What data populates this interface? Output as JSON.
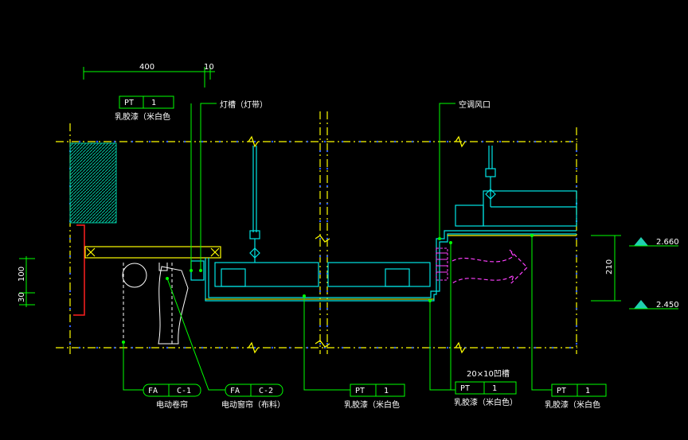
{
  "colors": {
    "background": "#000000",
    "structure": "#ffff00",
    "leader": "#00ff00",
    "detail": "#00e5e5",
    "white": "#ffffff",
    "red": "#ff2020",
    "magenta": "#ff40ff",
    "hatch": "#00c8a0"
  },
  "dimensions": {
    "width_400": "400",
    "width_10": "10",
    "height_210": "210",
    "left_100": "100",
    "left_30": "30"
  },
  "elevations": {
    "upper": "2.660",
    "lower": "2.450"
  },
  "callouts": {
    "lamp_trough": "灯槽（灯带）",
    "ac_vent": "空调风口",
    "groove_note": "20×10凹槽"
  },
  "tags": [
    {
      "code": "PT",
      "num": "1",
      "desc": "乳胶漆（米白色"
    },
    {
      "code": "FA",
      "num": "C-1",
      "desc": "电动卷帘"
    },
    {
      "code": "FA",
      "num": "C-2",
      "desc": "电动窗帘（布料）"
    },
    {
      "code": "PT",
      "num": "1",
      "desc": "乳胶漆（米白色"
    },
    {
      "code": "PT",
      "num": "1",
      "desc": "乳胶漆（米白色）"
    },
    {
      "code": "PT",
      "num": "1",
      "desc": "乳胶漆（米白色"
    }
  ]
}
